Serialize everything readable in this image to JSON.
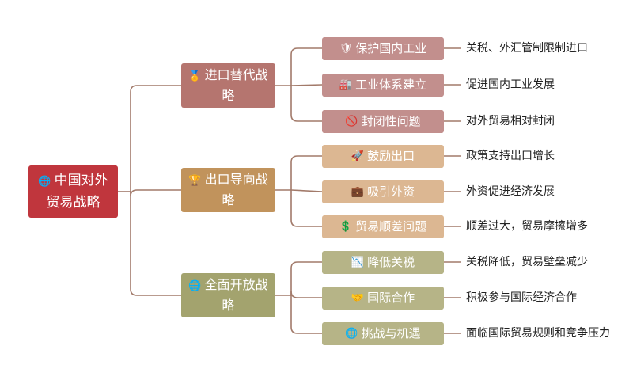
{
  "root": {
    "icon": "globe-icon",
    "glyph": "🌐",
    "label": "中国对外贸易战略"
  },
  "colors": {
    "root": "#c0363d",
    "branches": [
      "#b5756f",
      "#c1935c",
      "#a3a36e"
    ],
    "leaves": [
      "#c28f8d",
      "#dcb792",
      "#b6b487"
    ],
    "connector": "#a27a6a"
  },
  "branches": [
    {
      "icon": "medal-icon",
      "glyph": "🏅",
      "label": "进口替代战略",
      "children": [
        {
          "icon": "shield-icon",
          "glyph": "🛡",
          "label": "保护国内工业",
          "desc": "关税、外汇管制限制进口"
        },
        {
          "icon": "factory-icon",
          "glyph": "🏭",
          "label": "工业体系建立",
          "desc": "促进国内工业发展"
        },
        {
          "icon": "no-entry-icon",
          "glyph": "🚫",
          "label": "封闭性问题",
          "desc": "对外贸易相对封闭"
        }
      ]
    },
    {
      "icon": "trophy-icon",
      "glyph": "🏆",
      "label": "出口导向战略",
      "children": [
        {
          "icon": "rocket-icon",
          "glyph": "🚀",
          "label": "鼓励出口",
          "desc": "政策支持出口增长"
        },
        {
          "icon": "briefcase-icon",
          "glyph": "💼",
          "label": "吸引外资",
          "desc": "外资促进经济发展"
        },
        {
          "icon": "dollar-icon",
          "glyph": "💲",
          "label": "贸易顺差问题",
          "desc": "顺差过大，贸易摩擦增多"
        }
      ]
    },
    {
      "icon": "globe-icon",
      "glyph": "🌐",
      "label": "全面开放战略",
      "children": [
        {
          "icon": "chart-down-icon",
          "glyph": "📉",
          "label": "降低关税",
          "desc": "关税降低，贸易壁垒减少"
        },
        {
          "icon": "handshake-icon",
          "glyph": "🤝",
          "label": "国际合作",
          "desc": "积极参与国际经济合作"
        },
        {
          "icon": "globe-icon",
          "glyph": "🌐",
          "label": "挑战与机遇",
          "desc": "面临国际贸易规则和竞争压力"
        }
      ]
    }
  ]
}
